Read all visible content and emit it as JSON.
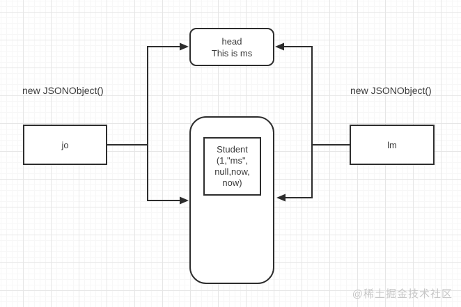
{
  "diagram": {
    "head": {
      "line1": "head",
      "line2": "This is ms"
    },
    "student": {
      "line1": "Student",
      "line2": "(1,\"ms\",",
      "line3": "null,now,",
      "line4": "now)"
    },
    "jo": {
      "label": "jo"
    },
    "lm": {
      "label": "lm"
    },
    "left_label": "new JSONObject()",
    "right_label": "new JSONObject()",
    "watermark": "@稀土掘金技术社区",
    "colors": {
      "stroke": "#2d2d2d",
      "text": "#3a3a3a",
      "grid_major": "#e6e6e6",
      "grid_minor": "#f7f7f7",
      "node_fill": "#ffffff",
      "watermark": "#c6c6c6",
      "background": "#ffffff"
    }
  }
}
